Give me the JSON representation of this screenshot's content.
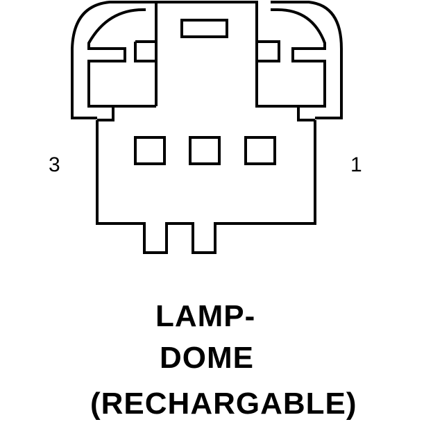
{
  "connector": {
    "pin_left_label": "3",
    "pin_right_label": "1",
    "title_line1": "LAMP-",
    "title_line2": "DOME",
    "title_line3": "(RECHARGABLE)"
  },
  "colors": {
    "stroke": "#000000",
    "background": "#ffffff"
  }
}
